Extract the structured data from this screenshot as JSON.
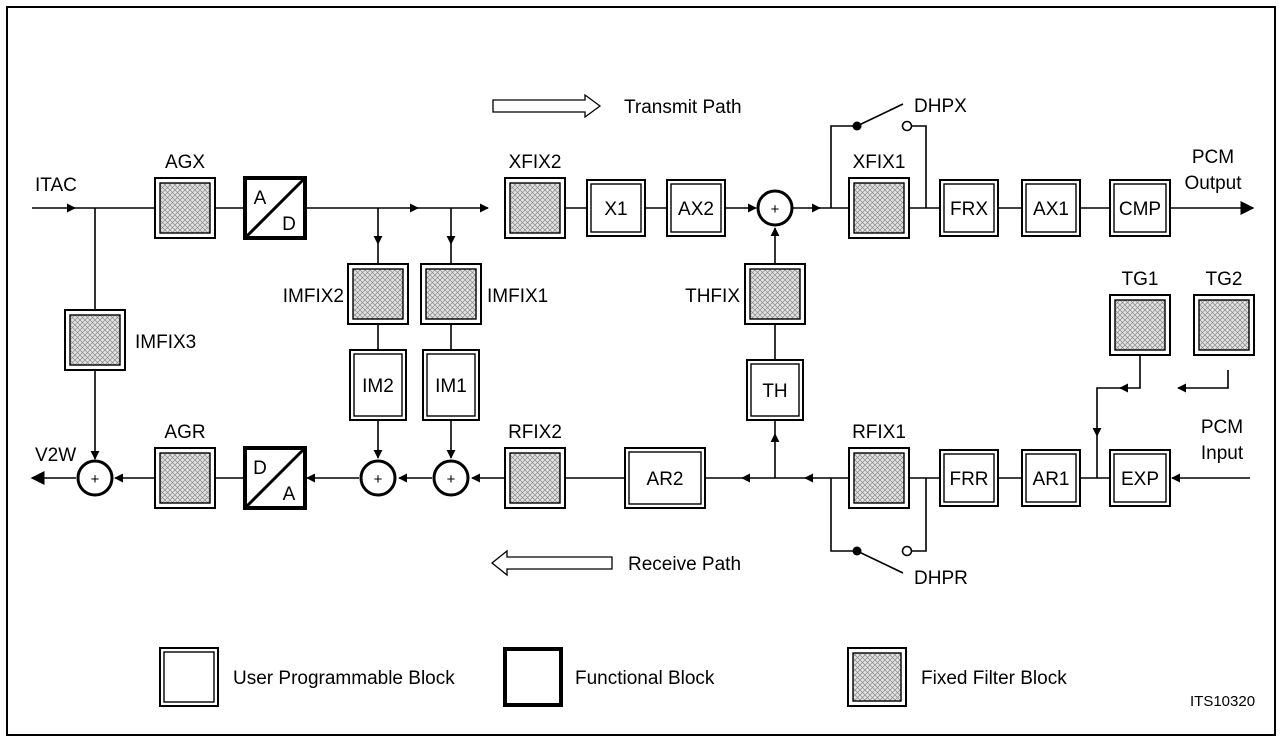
{
  "figure_id": "ITS10320",
  "paths": {
    "transmit": "Transmit Path",
    "receive": "Receive Path"
  },
  "ports": {
    "itac": "ITAC",
    "v2w": "V2W",
    "pcm_output": [
      "PCM",
      "Output"
    ],
    "pcm_input": [
      "PCM",
      "Input"
    ]
  },
  "blocks": {
    "agx": "AGX",
    "xfix2": "XFIX2",
    "x1": "X1",
    "ax2": "AX2",
    "xfix1": "XFIX1",
    "frx": "FRX",
    "ax1": "AX1",
    "cmp": "CMP",
    "imfix2": "IMFIX2",
    "imfix1": "IMFIX1",
    "imfix3": "IMFIX3",
    "thfix": "THFIX",
    "im2": "IM2",
    "im1": "IM1",
    "th": "TH",
    "tg1": "TG1",
    "tg2": "TG2",
    "agr": "AGR",
    "rfix2": "RFIX2",
    "ar2": "AR2",
    "rfix1": "RFIX1",
    "frr": "FRR",
    "ar1": "AR1",
    "exp": "EXP",
    "ad_top": "A",
    "ad_bottom": "D",
    "da_top": "D",
    "da_bottom": "A"
  },
  "switches": {
    "dhpx": "DHPX",
    "dhpr": "DHPR"
  },
  "summing_symbol": "+",
  "legend": {
    "user": "User Programmable Block",
    "functional": "Functional Block",
    "fixed": "Fixed Filter Block"
  }
}
